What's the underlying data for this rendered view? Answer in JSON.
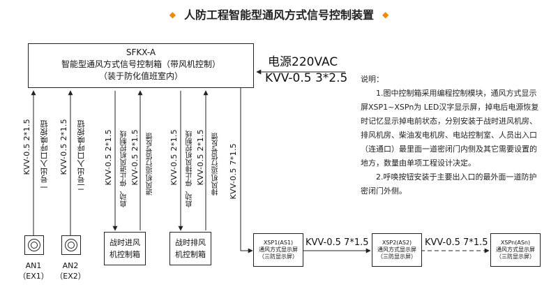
{
  "title": "人防工程智能型通风方式信号控制装置",
  "main_box": {
    "line1": "SFKX-A",
    "line2": "智能型通风方式信号控制箱（带风机控制）",
    "line3": "（装于防化值班室内）"
  },
  "power": {
    "line1": "电源220VAC",
    "line2": "KVV-0.5  3*2.5"
  },
  "cables": {
    "c1_spec": "KVV-0.5   2*1.5",
    "c1_desc": "一号出入口呼唤按钮",
    "c2_spec": "KVV-0.5   2*1.5",
    "c2_desc": "二号出入口呼唤按钮",
    "c3_spec": "KVV-0.5   2*1.5",
    "c3_desc": "启动、停止进风机控制线",
    "c4_spec": "KVV-0.5   2*1.5",
    "c4_desc": "进风机运行信号反馈",
    "c5_spec": "KVV-0.5   2*1.5",
    "c5_desc": "启动、停止排风机控制线",
    "c6_spec": "KVV-0.5   2*1.5",
    "c6_desc": "排风机运行信号反馈",
    "c7_spec": "KVV-0.5   7*1.5"
  },
  "intake_box": {
    "line1": "战时进风",
    "line2": "机控制箱"
  },
  "exhaust_box": {
    "line1": "战时排风",
    "line2": "机控制箱"
  },
  "buttons": [
    {
      "name": "AN1",
      "code": "（EX1）"
    },
    {
      "name": "AN2",
      "code": "（EX2）"
    }
  ],
  "displays": [
    {
      "line1": "XSP1(AS1)",
      "line2": "通风方式显示屏",
      "line3": "（三防显示屏）"
    },
    {
      "line1": "XSP2(AS2)",
      "line2": "通风方式显示屏",
      "line3": "（三防显示屏）"
    },
    {
      "line1": "XSPn(ASn)",
      "line2": "通风方式显示屏",
      "line3": "（三防显示屏）"
    }
  ],
  "links": [
    "KVV-0.5  7*1.5",
    "KVV-0.5  7*1.5"
  ],
  "note": {
    "heading": "说明：",
    "p1": "1.图中控制箱采用编程控制模块，通风方式显示屏XSP1~XSPn为 LED汉字显示屏，掉电后电源恢复时记忆显示掉电前状态，分别安装于战时进风机房、排风机房、柴油发电机房、电站控制室、人员出入口（连通口）最里面一道密闭门内侧及其它需要设置的地方，数量由单项工程设计决定。",
    "p2": "2.呼唤按钮安装于主要出入口的最外面一道防护密闭门外侧。"
  },
  "colors": {
    "accent": "#f08a00",
    "line": "#222222"
  }
}
